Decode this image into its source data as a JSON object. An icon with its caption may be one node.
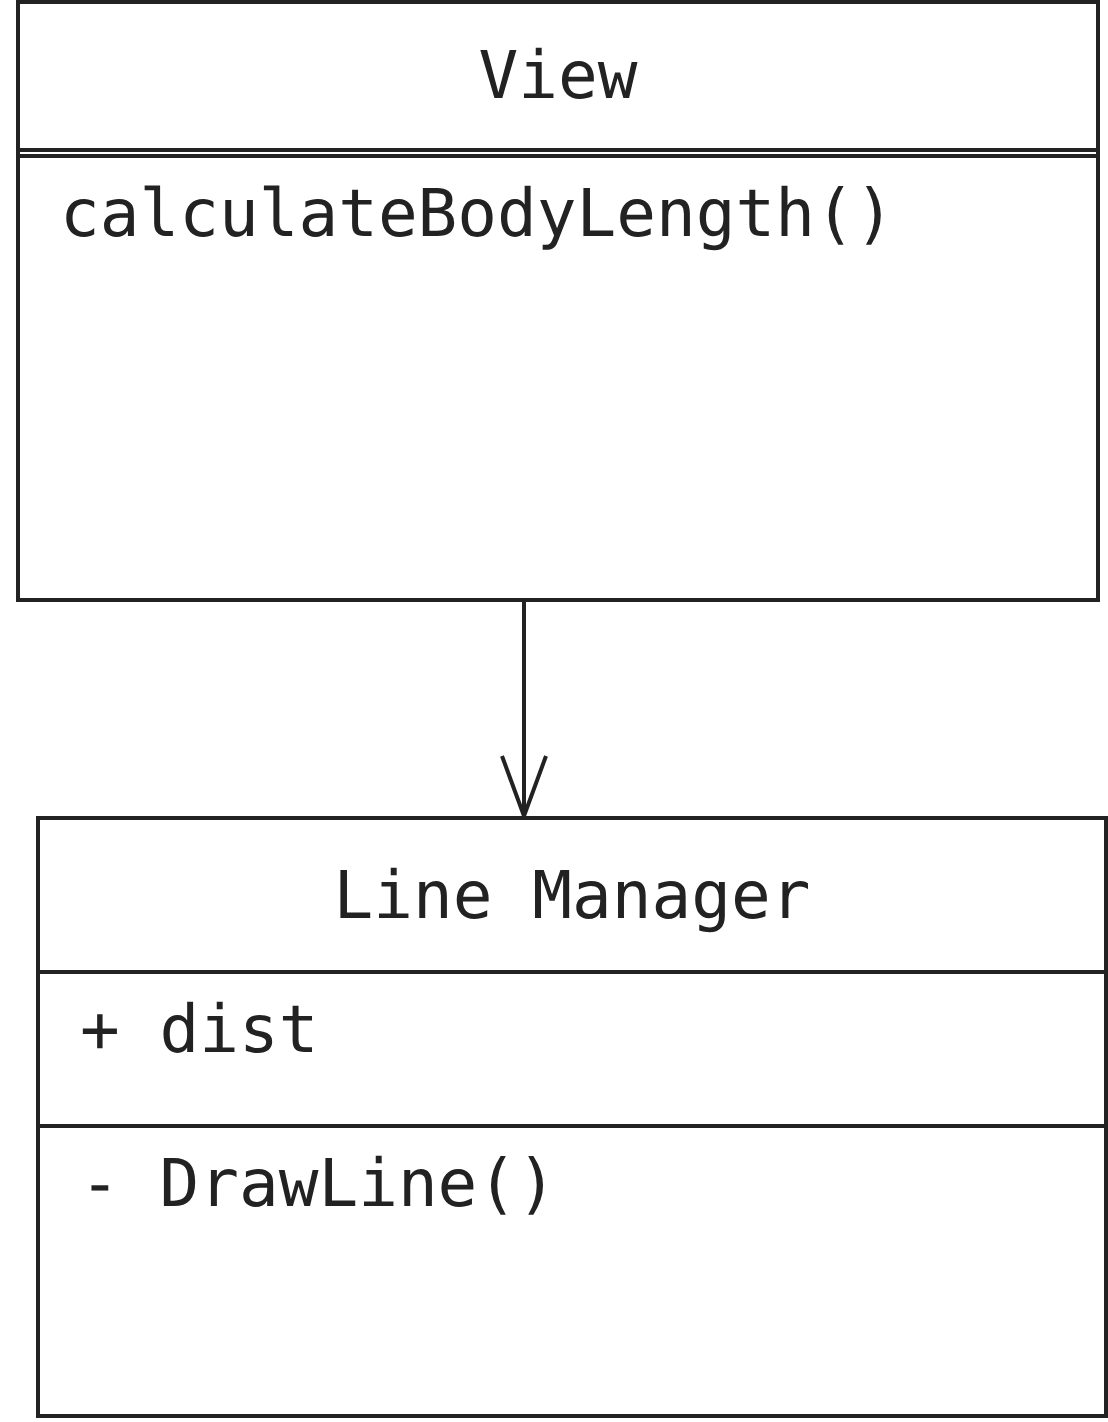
{
  "diagram": {
    "nodes": [
      {
        "text": [
          "View",
          "calculateBodyLength()"
        ]
      },
      {
        "text": [
          "Line Manager",
          "+ dist",
          "- DrawLine()"
        ]
      }
    ],
    "edges": [
      {
        "from": 0,
        "to": 1,
        "arrow": "to"
      }
    ]
  }
}
